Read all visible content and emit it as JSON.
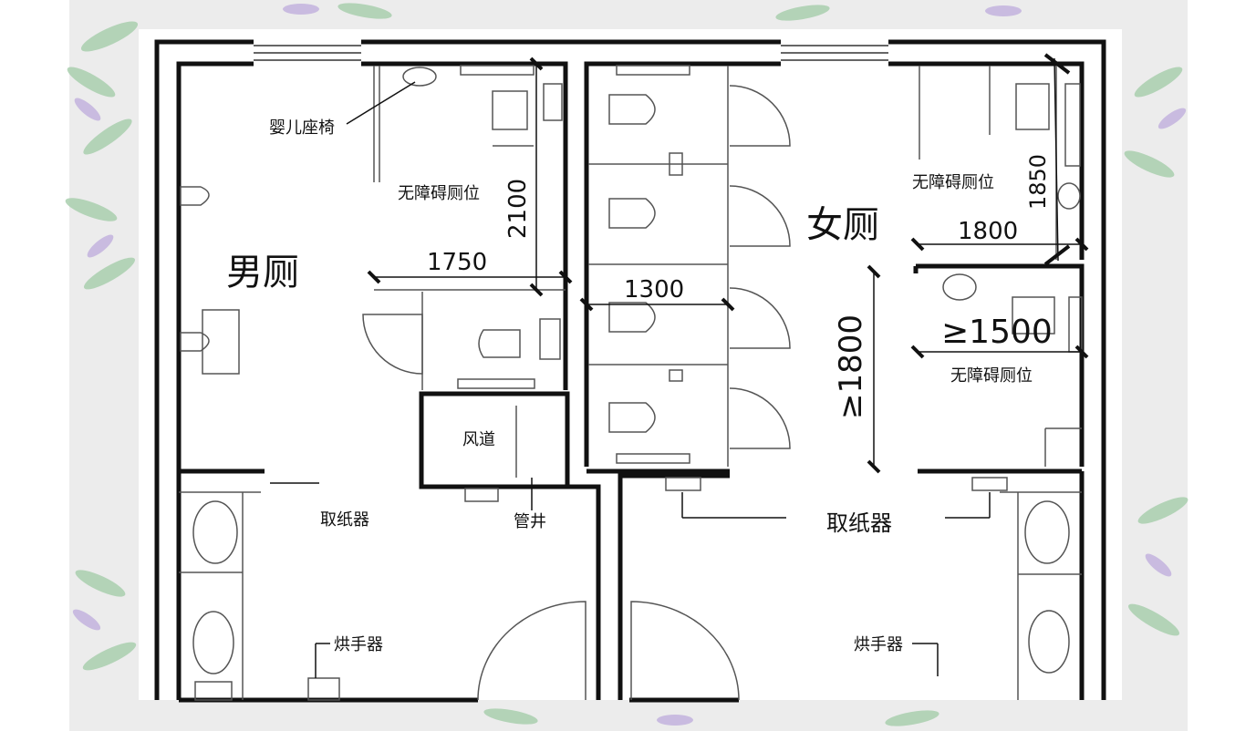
{
  "rooms": {
    "men": "男厕",
    "women": "女厕"
  },
  "labels": {
    "baby_seat": "婴儿座椅",
    "accessible_men": "无障碍厕位",
    "accessible_women_top": "无障碍厕位",
    "accessible_women_bottom": "无障碍厕位",
    "air_duct": "风道",
    "pipe_shaft": "管井",
    "paper_men": "取纸器",
    "paper_women": "取纸器",
    "dryer_men": "烘手器",
    "dryer_women": "烘手器"
  },
  "dimensions": {
    "d2100": "2100",
    "d1750": "1750",
    "d1300": "1300",
    "d1800_women": "1800",
    "d1850": "1850",
    "d1500": "≥1500",
    "d1800_vertical": "≥1800"
  },
  "colors": {
    "wall": "#111111",
    "line": "#555555",
    "leaf_light": "#cfe3cf",
    "leaf_dark": "#8fbf9a",
    "flower": "#b7a3d6",
    "frame": "#ececec"
  }
}
